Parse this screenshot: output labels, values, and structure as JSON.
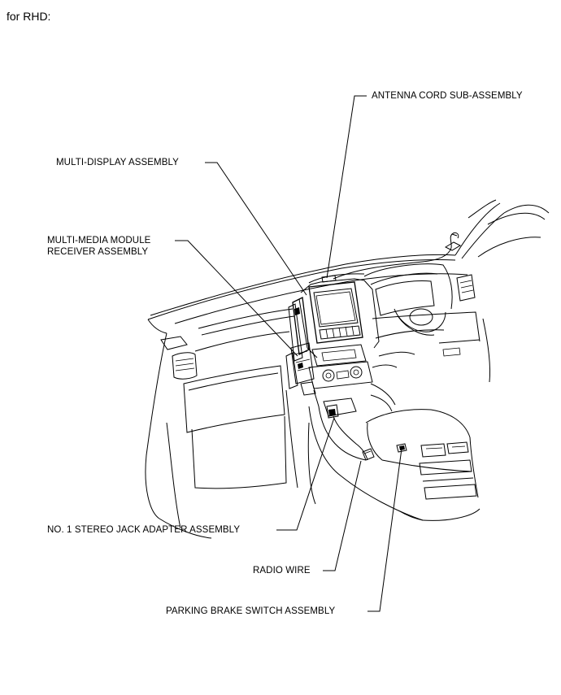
{
  "header": {
    "text": "for RHD:"
  },
  "labels": {
    "antenna": "ANTENNA CORD SUB-ASSEMBLY",
    "multi_display": "MULTI-DISPLAY ASSEMBLY",
    "multi_media_line1": "MULTI-MEDIA MODULE",
    "multi_media_line2": "RECEIVER ASSEMBLY",
    "stereo_jack": "NO. 1 STEREO JACK ADAPTER ASSEMBLY",
    "radio_wire": "RADIO WIRE",
    "parking_brake": "PARKING BRAKE SWITCH ASSEMBLY"
  }
}
